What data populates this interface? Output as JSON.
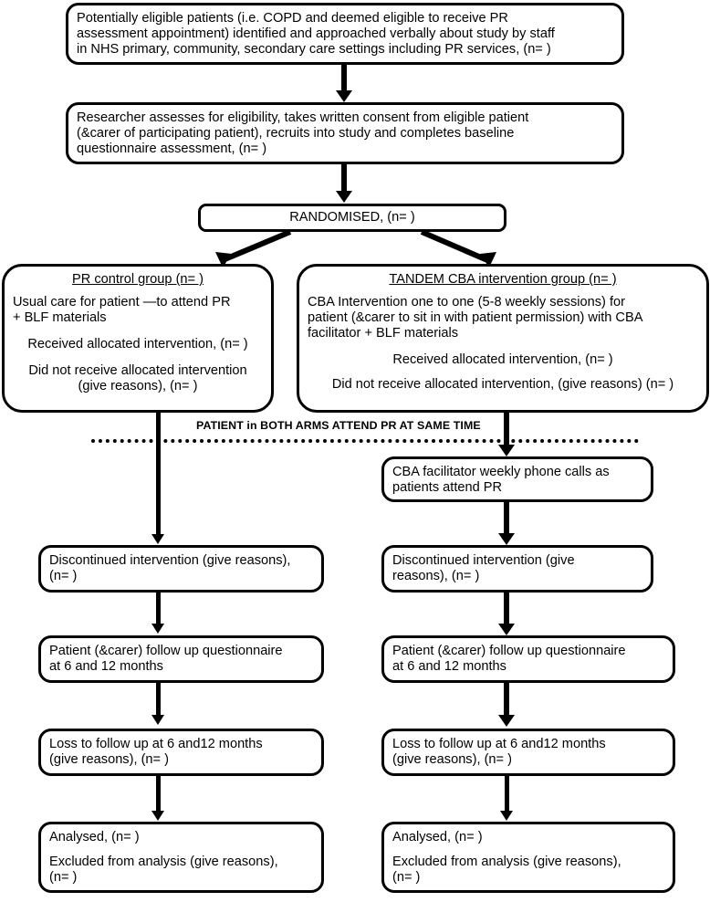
{
  "diagram": {
    "title": "TANDEM trial CONSORT participant flow diagram",
    "banner_text": "PATIENT in BOTH ARMS ATTEND PR AT SAME TIME",
    "stroke_color": "#000000",
    "background_color": "#ffffff",
    "nodes": {
      "eligibility": {
        "lines": [
          "Potentially eligible patients (i.e. COPD and deemed eligible to receive PR",
          "assessment appointment) identified and approached verbally about study by staff",
          "in NHS primary, community, secondary care settings including PR services, (n= )"
        ]
      },
      "consent": {
        "lines": [
          "Researcher assesses for eligibility, takes written consent from eligible patient",
          "(&carer of participating patient), recruits into study and completes baseline",
          "questionnaire assessment, (n= )"
        ]
      },
      "randomised": {
        "label": "RANDOMISED, (n= )"
      },
      "control_group": {
        "header": "PR control group (n= )",
        "body_lines": [
          "Usual care for patient —to attend PR",
          "+ BLF materials"
        ],
        "received": "Received allocated intervention, (n= )",
        "not_received_lines": [
          "Did not receive allocated intervention",
          "(give reasons), (n= )"
        ]
      },
      "intervention_group": {
        "header": "TANDEM CBA intervention group (n= )",
        "body_lines": [
          "CBA Intervention one to one (5-8 weekly sessions) for",
          "patient (&carer to sit in with patient permission) with CBA",
          "facilitator + BLF materials"
        ],
        "received": "Received allocated intervention, (n= )",
        "not_received": "Did not receive allocated intervention, (give reasons) (n= )"
      },
      "phone_calls": {
        "lines": [
          "CBA facilitator weekly phone calls as",
          "patients attend PR"
        ]
      },
      "discontinued_left": {
        "lines": [
          "Discontinued intervention (give reasons),",
          "(n= )"
        ]
      },
      "discontinued_right": {
        "lines": [
          "Discontinued intervention (give",
          "reasons), (n= )"
        ]
      },
      "followup_left": {
        "lines": [
          "Patient (&carer) follow up questionnaire",
          "at 6 and 12 months"
        ]
      },
      "followup_right": {
        "lines": [
          "Patient (&carer) follow up questionnaire",
          "at 6 and 12 months"
        ]
      },
      "loss_left": {
        "lines": [
          "Loss to follow up at 6 and12 months",
          "(give reasons), (n= )"
        ]
      },
      "loss_right": {
        "lines": [
          "Loss to follow up at 6 and12 months",
          "(give reasons), (n= )"
        ]
      },
      "analysed_left": {
        "analysed": "Analysed, (n= )",
        "excluded_lines": [
          "Excluded from analysis (give reasons),",
          "(n= )"
        ]
      },
      "analysed_right": {
        "analysed": "Analysed, (n= )",
        "excluded_lines": [
          "Excluded from analysis (give reasons),",
          "(n= )"
        ]
      }
    }
  }
}
